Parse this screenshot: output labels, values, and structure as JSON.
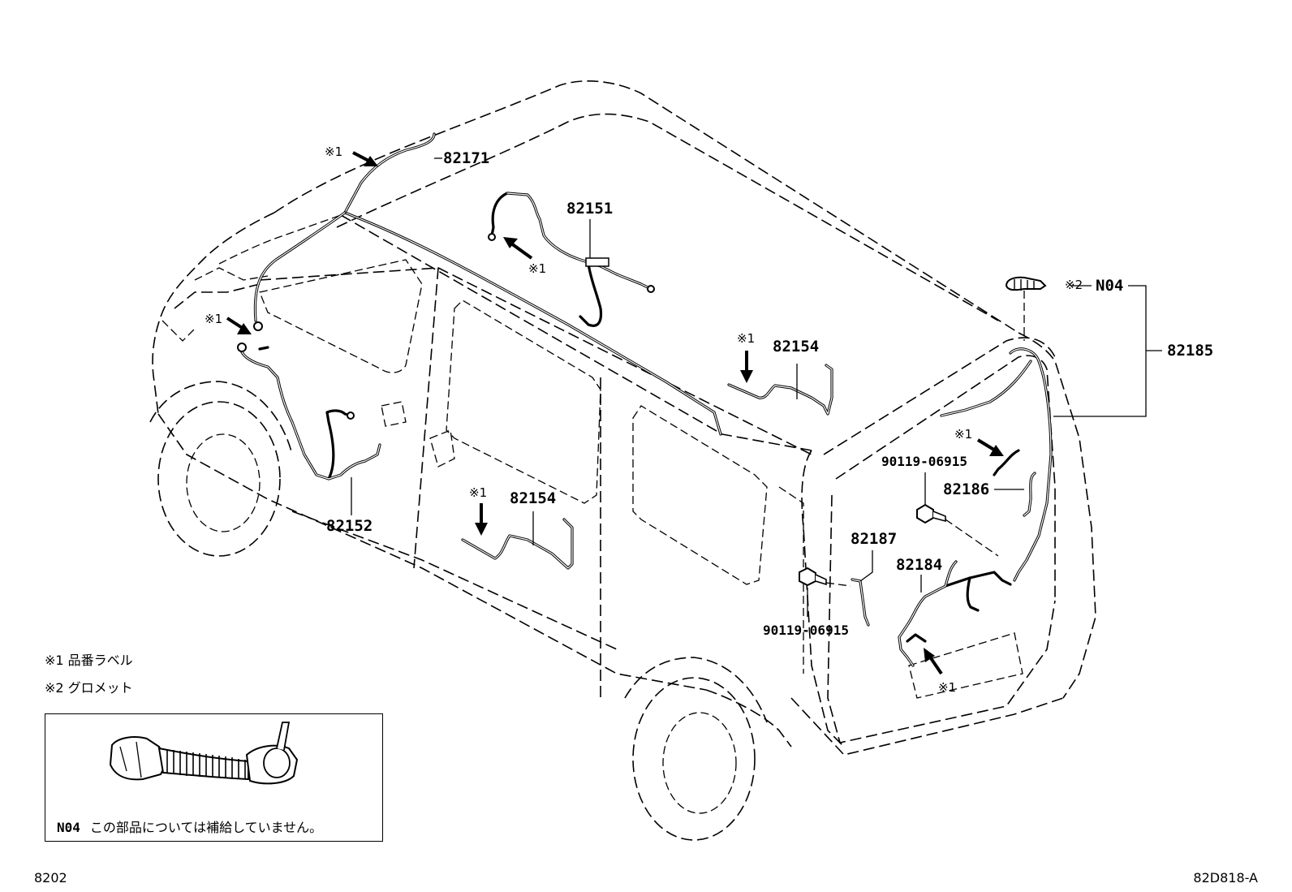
{
  "parts": {
    "p82171": "82171",
    "p82151": "82151",
    "p82152": "82152",
    "p82154a": "82154",
    "p82154b": "82154",
    "p82185": "82185",
    "pN04": "N04",
    "p82186": "82186",
    "p82187": "82187",
    "p82184": "82184",
    "bolt_a": "90119-06915",
    "bolt_b": "90119-06915"
  },
  "marks": {
    "m1": "※1",
    "m2": "※2"
  },
  "legend": {
    "note1": "※1 品番ラベル",
    "note2": "※2 グロメット"
  },
  "inset": {
    "code": "N04",
    "caption": "この部品については補給していません。"
  },
  "footer": {
    "left": "8202",
    "right": "82D818-A"
  },
  "icons": [
    "grommet-icon",
    "bolt-icon",
    "arrow-icon",
    "connector-icon"
  ]
}
